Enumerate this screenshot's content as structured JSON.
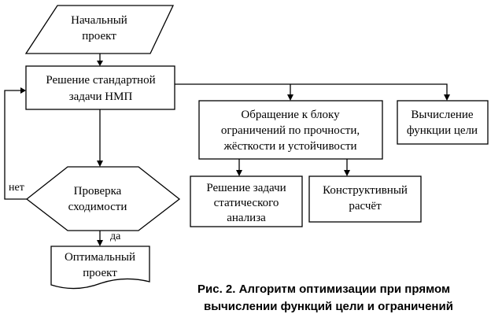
{
  "nodes": {
    "start": {
      "lines": [
        "Начальный",
        "проект"
      ]
    },
    "solve_nlp": {
      "lines": [
        "Решение стандартной",
        "задачи НМП"
      ]
    },
    "constraints": {
      "lines": [
        "Обращение к блоку",
        "ограничений по прочности,",
        "жёсткости  и   устойчивости"
      ]
    },
    "objective": {
      "lines": [
        "Вычисление",
        "функции цели"
      ]
    },
    "static_analysis": {
      "lines": [
        "Решение задачи",
        "статического",
        "анализа"
      ]
    },
    "design_calc": {
      "lines": [
        "Конструктивный",
        "расчёт"
      ]
    },
    "convergence": {
      "lines": [
        "Проверка",
        "сходимости"
      ]
    },
    "optimal": {
      "lines": [
        "Оптимальный",
        "проект"
      ]
    }
  },
  "edge_labels": {
    "no": "нет",
    "yes": "да"
  },
  "caption": {
    "lines": [
      "Рис. 2. Алгоритм оптимизации при прямом",
      "вычислении функций цели и ограничений"
    ]
  }
}
